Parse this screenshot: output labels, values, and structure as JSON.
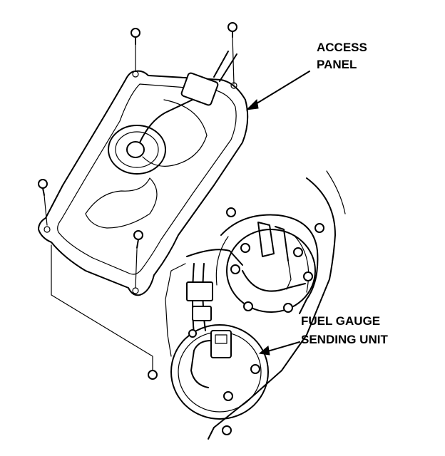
{
  "labels": {
    "access_panel_line1": "ACCESS",
    "access_panel_line2": "PANEL",
    "sending_unit_line1": "FUEL GAUGE",
    "sending_unit_line2": "SENDING UNIT"
  }
}
